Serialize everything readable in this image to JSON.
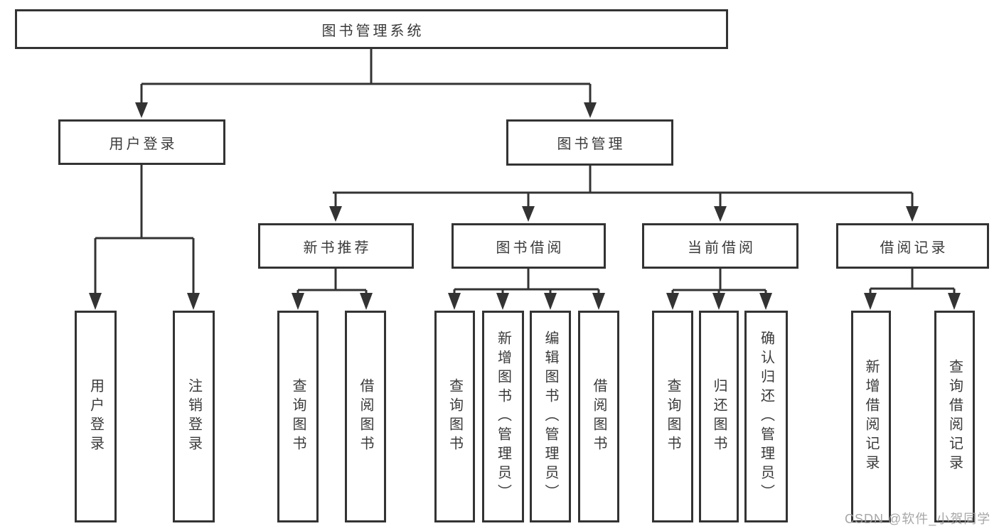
{
  "diagram": {
    "root": {
      "label": "图书管理系统"
    },
    "branches": [
      {
        "label": "用户登录",
        "children": [
          {
            "label": "用户登录"
          },
          {
            "label": "注销登录"
          }
        ]
      },
      {
        "label": "图书管理",
        "children": [
          {
            "label": "新书推荐",
            "children": [
              {
                "label": "查询图书"
              },
              {
                "label": "借阅图书"
              }
            ]
          },
          {
            "label": "图书借阅",
            "children": [
              {
                "label": "查询图书"
              },
              {
                "label": "新增图书（管理员）"
              },
              {
                "label": "编辑图书（管理员）"
              },
              {
                "label": "借阅图书"
              }
            ]
          },
          {
            "label": "当前借阅",
            "children": [
              {
                "label": "查询图书"
              },
              {
                "label": "归还图书"
              },
              {
                "label": "确认归还（管理员）"
              }
            ]
          },
          {
            "label": "借阅记录",
            "children": [
              {
                "label": "新增借阅记录"
              },
              {
                "label": "查询借阅记录"
              }
            ]
          }
        ]
      }
    ]
  },
  "colors": {
    "line": "#333333",
    "text": "#3a3a3a",
    "background": "#ffffff",
    "watermark": "#a0a0a0"
  },
  "watermark": {
    "text": "CSDN @软件_小贺同学"
  }
}
